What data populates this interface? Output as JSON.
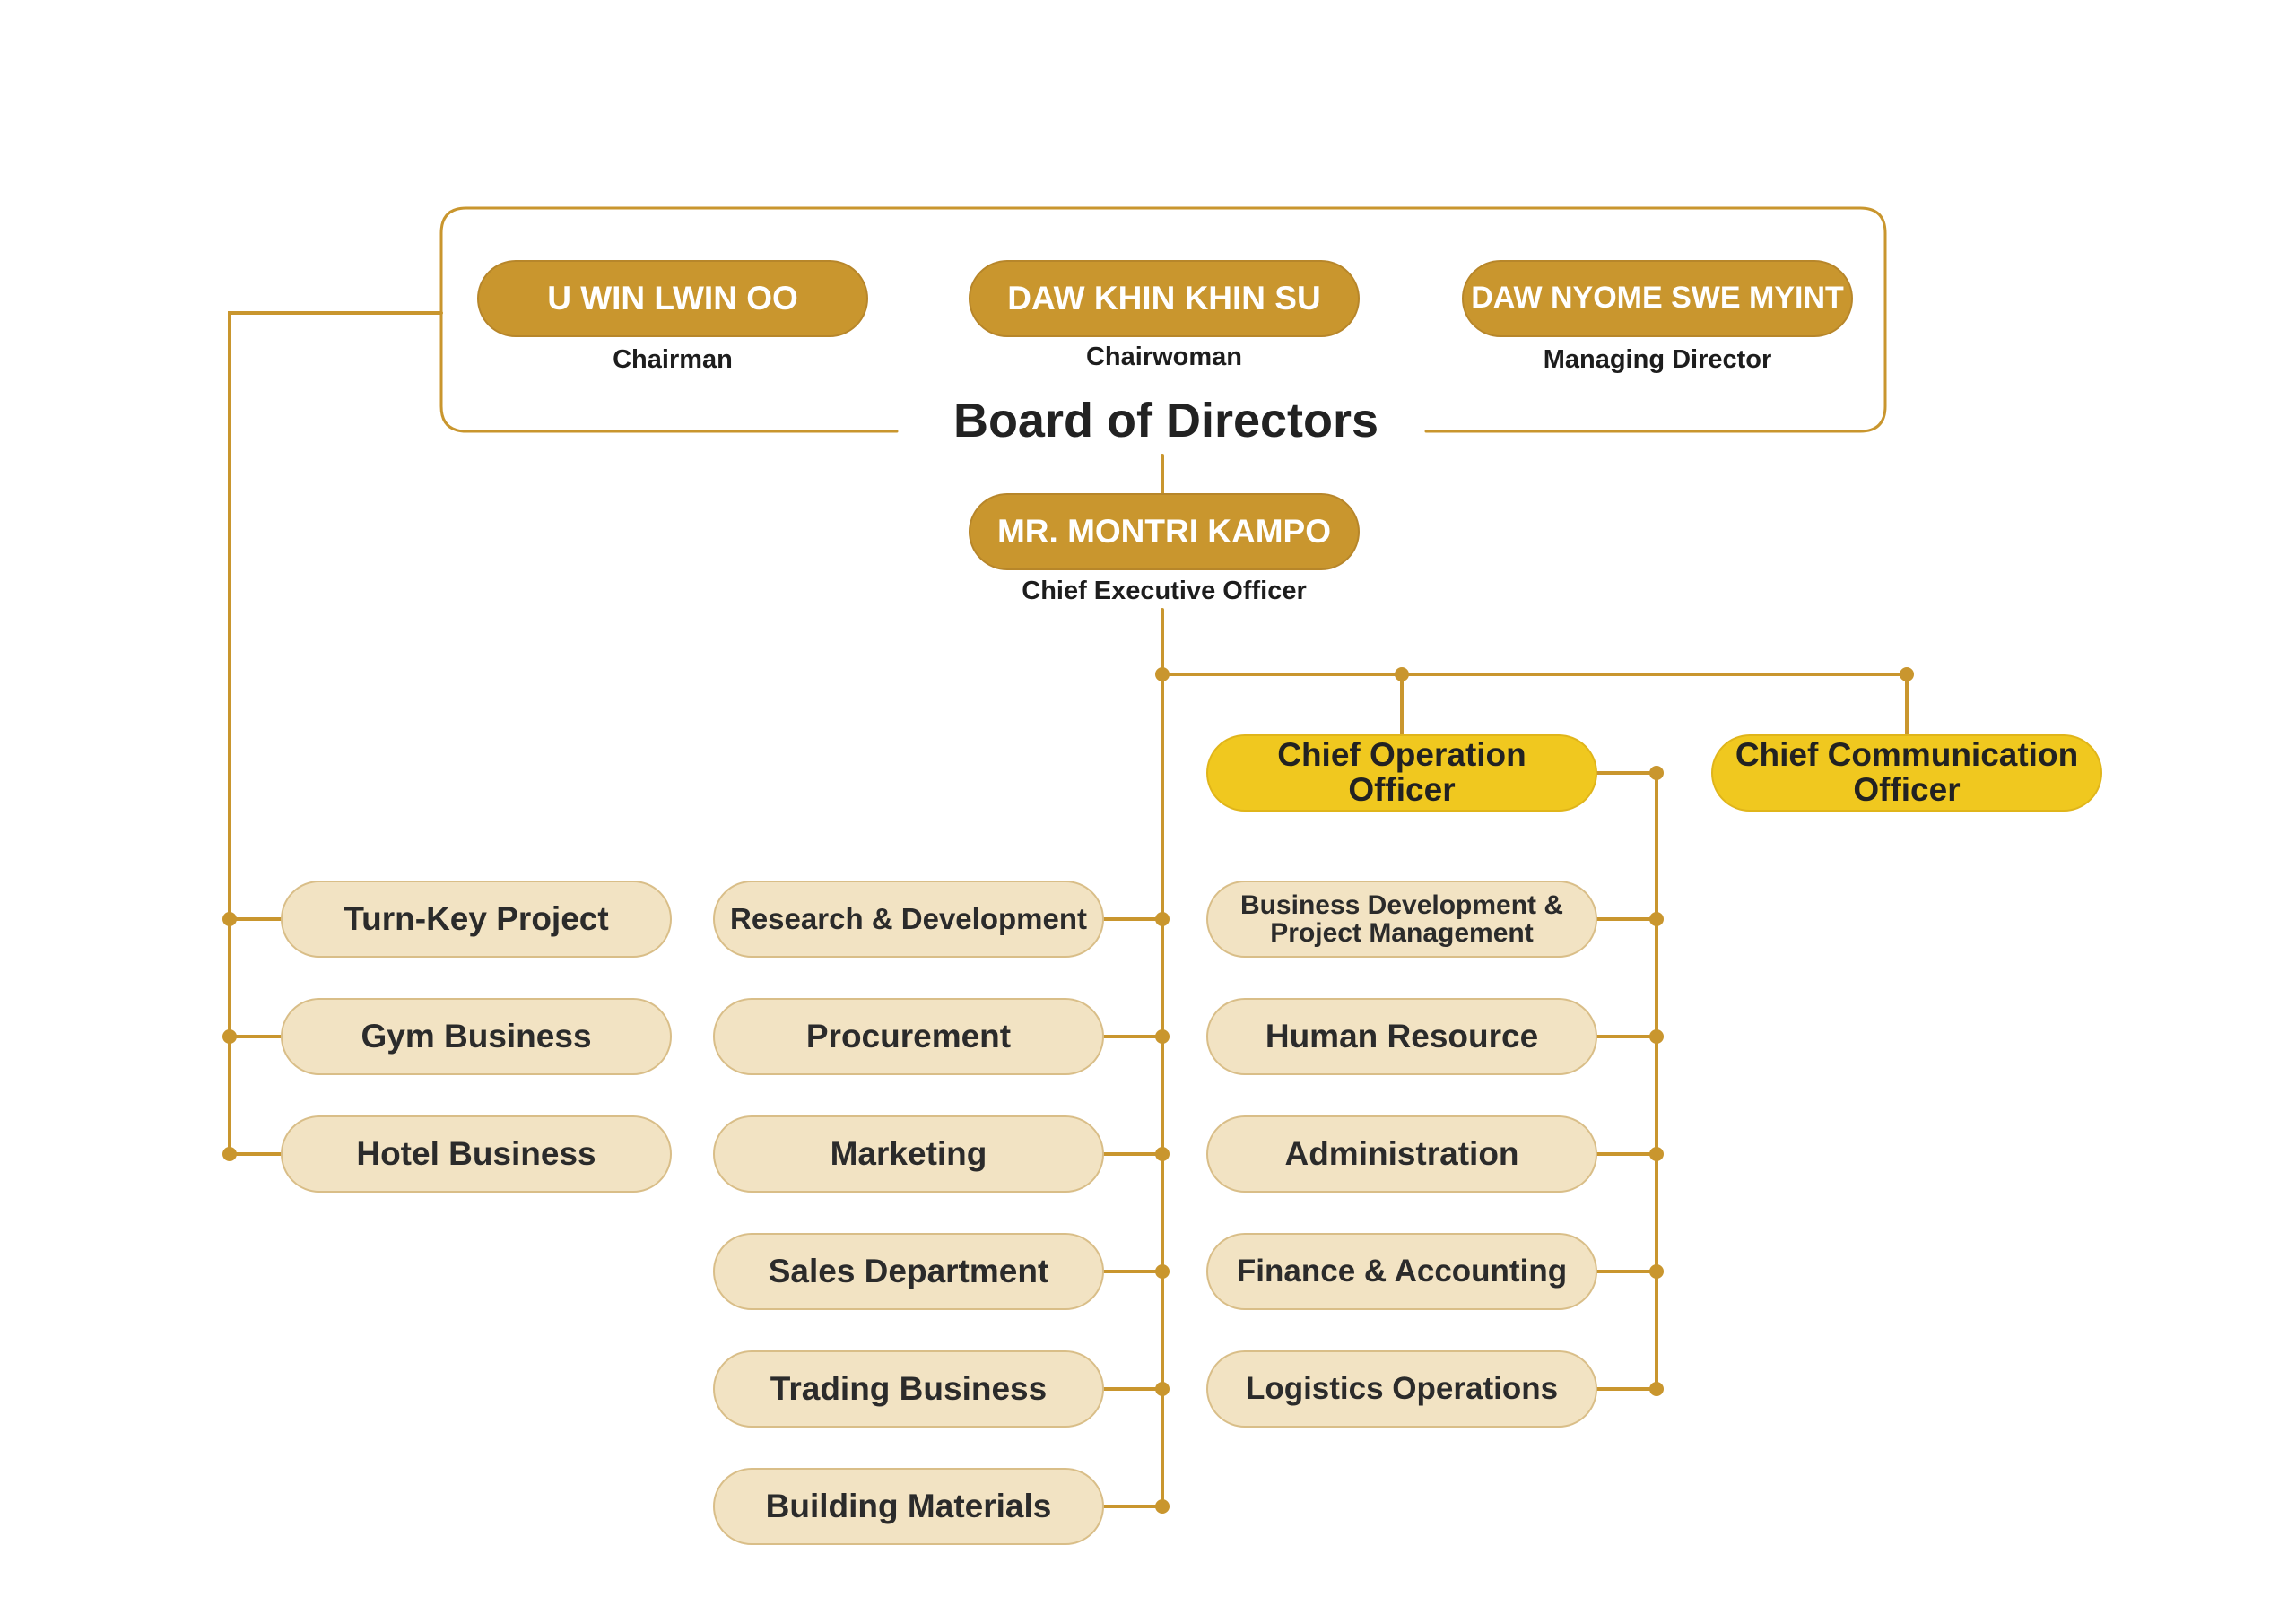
{
  "colors": {
    "line": "#c9962e",
    "leader_fill": "#c9962e",
    "officer_fill": "#f0c81f",
    "dept_fill": "#f2e3c3",
    "dept_border": "#d9be88"
  },
  "board": {
    "title": "Board of Directors",
    "members": [
      {
        "name": "U WIN LWIN OO",
        "role": "Chairman"
      },
      {
        "name": "DAW KHIN KHIN SU",
        "role": "Chairwoman"
      },
      {
        "name": "DAW NYOME SWE MYINT",
        "role": "Managing Director"
      }
    ]
  },
  "ceo": {
    "name": "MR. MONTRI KAMPO",
    "role": "Chief Executive Officer"
  },
  "officers": [
    {
      "label": "Chief Operation\nOfficer"
    },
    {
      "label": "Chief Communication\nOfficer"
    }
  ],
  "board_departments": [
    {
      "label": "Turn-Key Project"
    },
    {
      "label": "Gym Business"
    },
    {
      "label": "Hotel Business"
    }
  ],
  "ceo_departments": [
    {
      "label": "Research & Development"
    },
    {
      "label": "Procurement"
    },
    {
      "label": "Marketing"
    },
    {
      "label": "Sales Department"
    },
    {
      "label": "Trading Business"
    },
    {
      "label": "Building Materials"
    }
  ],
  "coo_departments": [
    {
      "label": "Business Development &\nProject Management"
    },
    {
      "label": "Human Resource"
    },
    {
      "label": "Administration"
    },
    {
      "label": "Finance & Accounting"
    },
    {
      "label": "Logistics Operations"
    }
  ]
}
